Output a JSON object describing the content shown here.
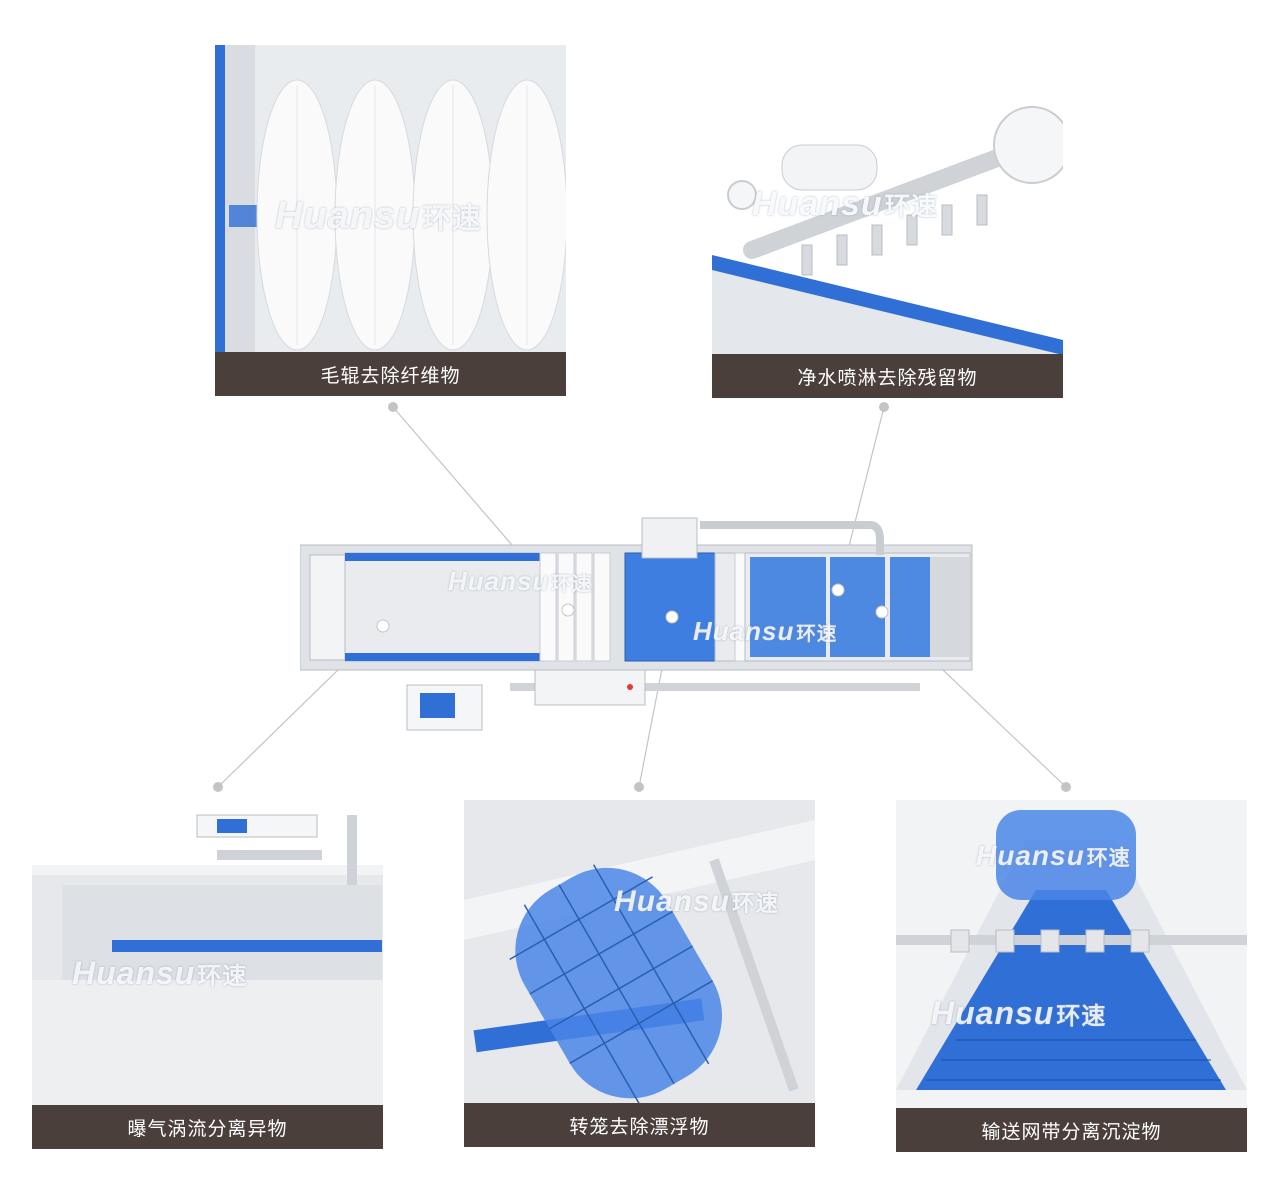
{
  "brand": {
    "watermark_latin": "Huansu",
    "watermark_cn": "环速"
  },
  "panels": {
    "brush": {
      "caption": "毛辊去除纤维物"
    },
    "spray": {
      "caption": "净水喷淋去除残留物"
    },
    "bubble": {
      "caption": "曝气涡流分离异物"
    },
    "drum": {
      "caption": "转笼去除漂浮物"
    },
    "belt": {
      "caption": "输送网带分离沉淀物"
    }
  },
  "colors": {
    "caption_bg": "#4a3f3a",
    "accent_blue": "#2f6fd6",
    "steel": "#e8eaed"
  }
}
